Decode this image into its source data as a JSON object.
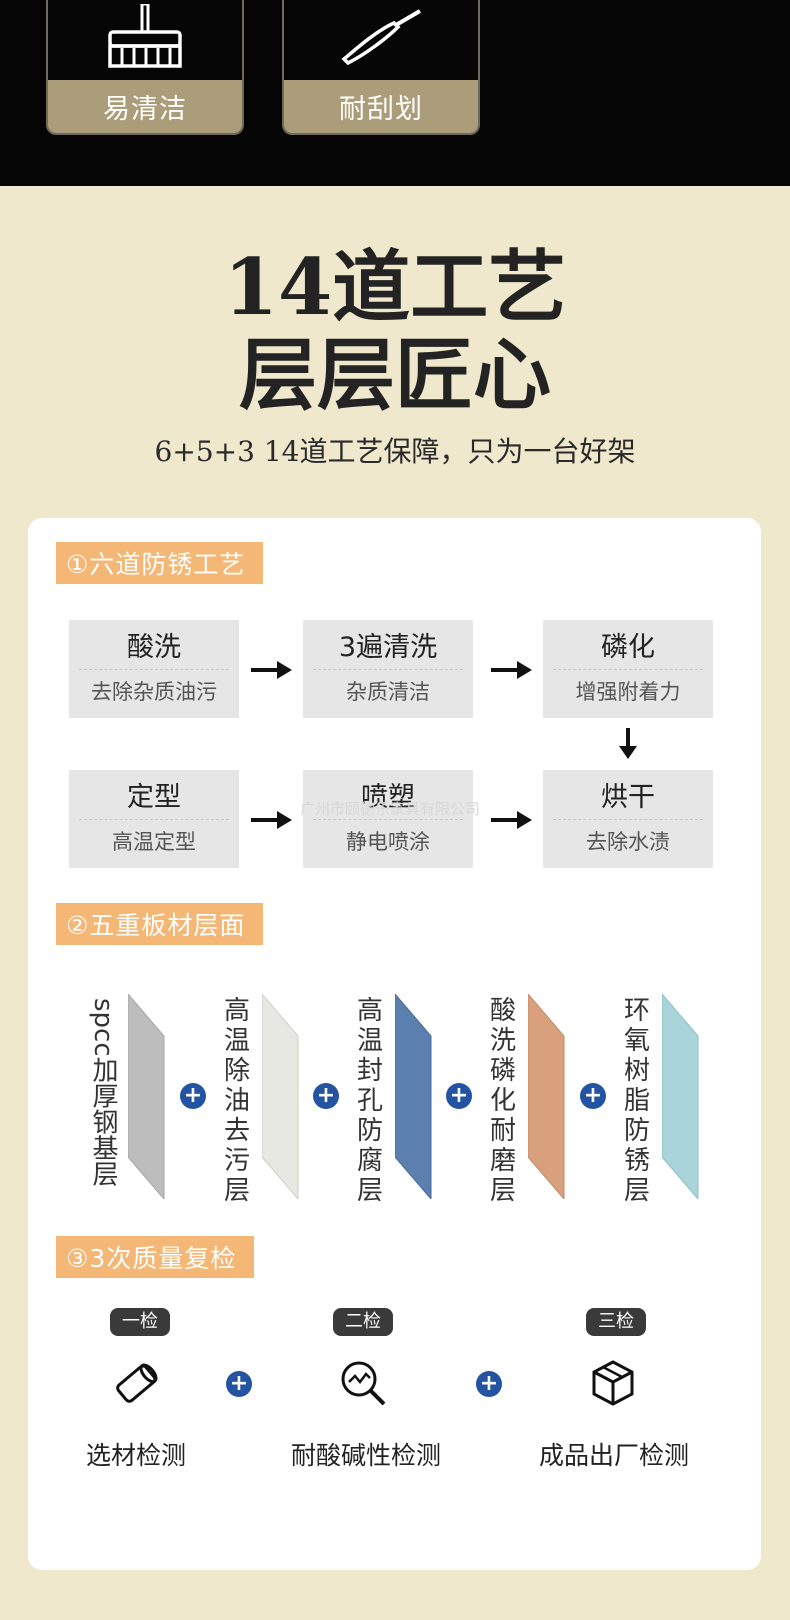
{
  "features": [
    {
      "label": "易清洁",
      "icon": "broom-icon"
    },
    {
      "label": "耐刮划",
      "icon": "scalpel-icon"
    }
  ],
  "headline": {
    "line1": "14道工艺",
    "line2": "层层匠心",
    "subtitle": "6+5+3 14道工艺保障，只为一台好架"
  },
  "section1": {
    "tag": "①六道防锈工艺",
    "steps": [
      {
        "title": "酸洗",
        "sub": "去除杂质油污"
      },
      {
        "title": "3遍清洗",
        "sub": "杂质清洁"
      },
      {
        "title": "磷化",
        "sub": "增强附着力"
      },
      {
        "title": "定型",
        "sub": "高温定型"
      },
      {
        "title": "喷塑",
        "sub": "静电喷涂"
      },
      {
        "title": "烘干",
        "sub": "去除水渍"
      }
    ]
  },
  "watermark": "广州市颐德乐家具有限公司",
  "section2": {
    "tag": "②五重板材层面",
    "layers": [
      {
        "label": "spcc加厚钢基层",
        "color": "#bdbdbd"
      },
      {
        "label": "高温除油去污层",
        "color": "#e8e8e3"
      },
      {
        "label": "高温封孔防腐层",
        "color": "#5b7fae"
      },
      {
        "label": "酸洗磷化耐磨层",
        "color": "#d8a07c"
      },
      {
        "label": "环氧树脂防锈层",
        "color": "#a9d5da"
      }
    ]
  },
  "section3": {
    "tag": "③3次质量复检",
    "checks": [
      {
        "badge": "一检",
        "label": "选材检测",
        "icon": "pipe-material-icon"
      },
      {
        "badge": "二检",
        "label": "耐酸碱性检测",
        "icon": "magnifier-chart-icon"
      },
      {
        "badge": "三检",
        "label": "成品出厂检测",
        "icon": "box-icon"
      }
    ]
  },
  "plus_symbol": "+"
}
